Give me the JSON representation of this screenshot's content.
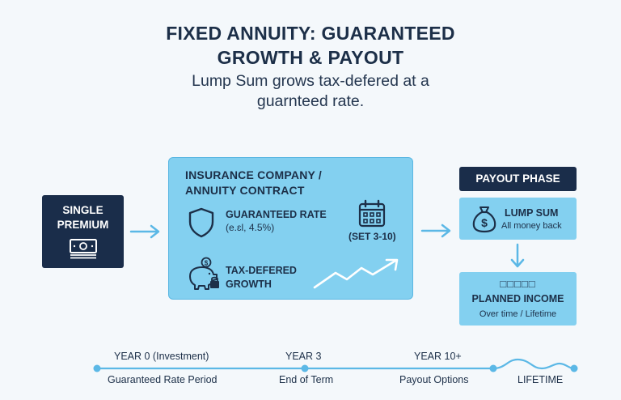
{
  "title_line1": "FIXED ANNUITY: GUARANTEED",
  "title_line2": "GROWTH & PAYOUT",
  "subtitle_line1": "Lump Sum grows tax-defered at a",
  "subtitle_line2": "guarnteed rate.",
  "premium": {
    "line1": "SINGLE",
    "line2": "PREMIUM",
    "icon": "cash-icon"
  },
  "contract": {
    "title_line1": "INSURANCE COMPANY /",
    "title_line2": "ANNUITY CONTRACT",
    "rate_label": "GUARANTEED RATE",
    "rate_example": "(e.ɛl, 4.5%)",
    "term_label": "(SET 3-10)",
    "tax_line1": "TAX-DEFERED",
    "tax_line2": "GROWTH",
    "icons": [
      "shield-icon",
      "calendar-icon",
      "piggy-bank-lock-icon",
      "growth-arrow-icon"
    ]
  },
  "payout": {
    "header": "PAYOUT PHASE",
    "lump_title": "LUMP SUM",
    "lump_sub": "All money back",
    "planned_boxes": "□□□□□",
    "planned_title": "PLANNED INCOME",
    "planned_sub": "Over time / Lifetime"
  },
  "timeline": {
    "year0": "YEAR 0 (Investment)",
    "year3": "YEAR 3",
    "year10": "YEAR 10+",
    "period": "Guaranteed Rate Period",
    "end": "End of Term",
    "options": "Payout Options",
    "lifetime": "LIFETIME"
  },
  "colors": {
    "navy": "#1a2d4a",
    "light_blue": "#83d0f0",
    "arrow_blue": "#5bb8e6"
  }
}
